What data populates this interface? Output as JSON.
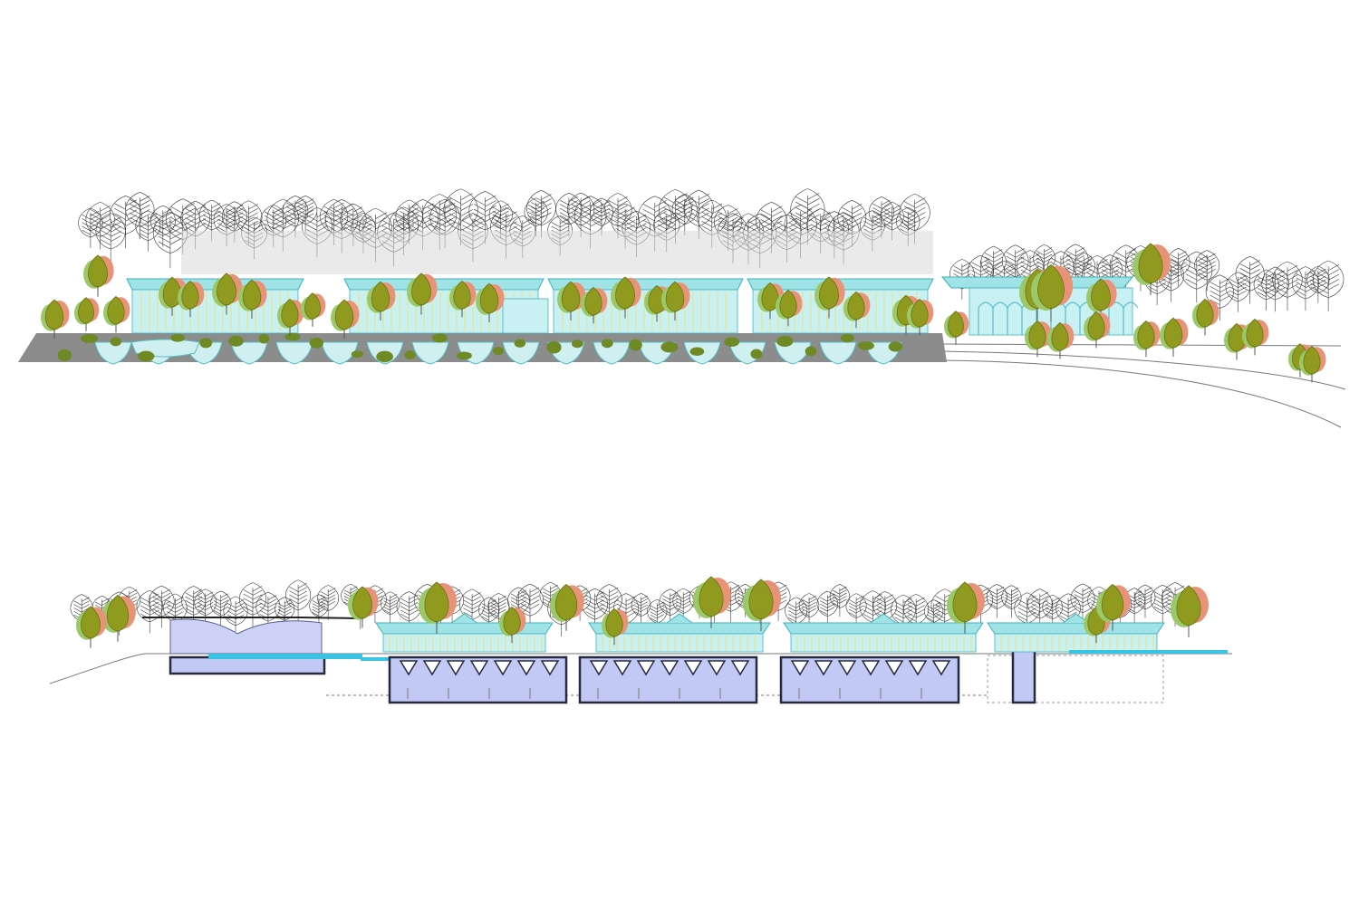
{
  "drawing": {
    "views": [
      {
        "view": "elevation",
        "order": 1
      },
      {
        "view": "section",
        "order": 2
      }
    ],
    "palette": {
      "background": "#ffffff",
      "canopy_outline": "#3a3a3a",
      "tree_front": "#8f9a1f",
      "tree_mid": "#9bc96a",
      "tree_back": "#e89377",
      "glass_roof": "#9fe3e6",
      "glass_stroke": "#38b3bd",
      "underground_hall": "#c3c9f5",
      "hall_wall": "#262a40",
      "water": "#3bc4e2",
      "gravel": "#8c8c8c",
      "columns": "#e7e68a"
    }
  }
}
